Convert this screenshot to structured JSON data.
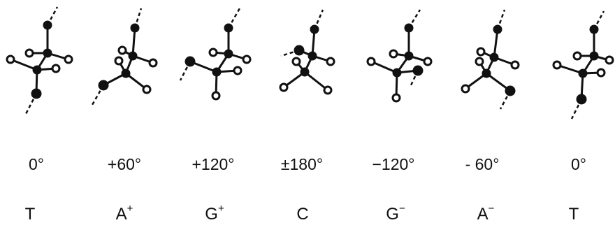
{
  "conformers": [
    {
      "angle": "0°",
      "code": "T",
      "sup": ""
    },
    {
      "angle": "+60°",
      "code": "A",
      "sup": "+"
    },
    {
      "angle": "+120°",
      "code": "G",
      "sup": "+"
    },
    {
      "angle": "±180°",
      "code": "C",
      "sup": ""
    },
    {
      "angle": "−120°",
      "code": "G",
      "sup": "−"
    },
    {
      "angle": "- 60°",
      "code": "A",
      "sup": "−"
    },
    {
      "angle": "0°",
      "code": "T",
      "sup": ""
    }
  ],
  "colors": {
    "ink": "#111111",
    "background": "#ffffff"
  }
}
